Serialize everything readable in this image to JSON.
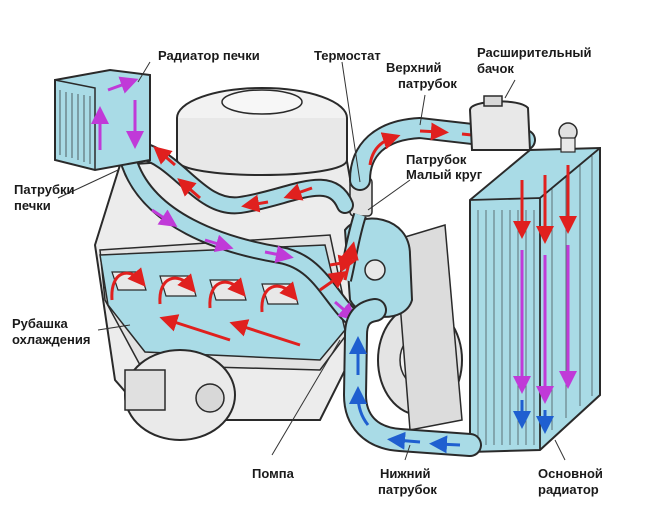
{
  "labels": {
    "heater_radiator": "Радиатор печки",
    "thermostat": "Термостат",
    "upper_hose_1": "Верхний",
    "upper_hose_2": "патрубок",
    "expansion_tank_1": "Расширительный",
    "expansion_tank_2": "бачок",
    "heater_hoses_1": "Патрубки",
    "heater_hoses_2": "печки",
    "small_circuit_hose_1": "Патрубок",
    "small_circuit_hose_2": "Малый круг",
    "cooling_jacket_1": "Рубашка",
    "cooling_jacket_2": "охлаждения",
    "pump": "Помпа",
    "lower_hose_1": "Нижний",
    "lower_hose_2": "патрубок",
    "main_radiator_1": "Основной",
    "main_radiator_2": "радиатор"
  },
  "colors": {
    "coolant_hot": "#e0201e",
    "coolant_cold": "#1f5fd0",
    "heater_flow": "#c03ad8",
    "coolant_fill": "#a9dbe6",
    "metal": "#e8e8e8",
    "outline": "#2a2a2a"
  }
}
